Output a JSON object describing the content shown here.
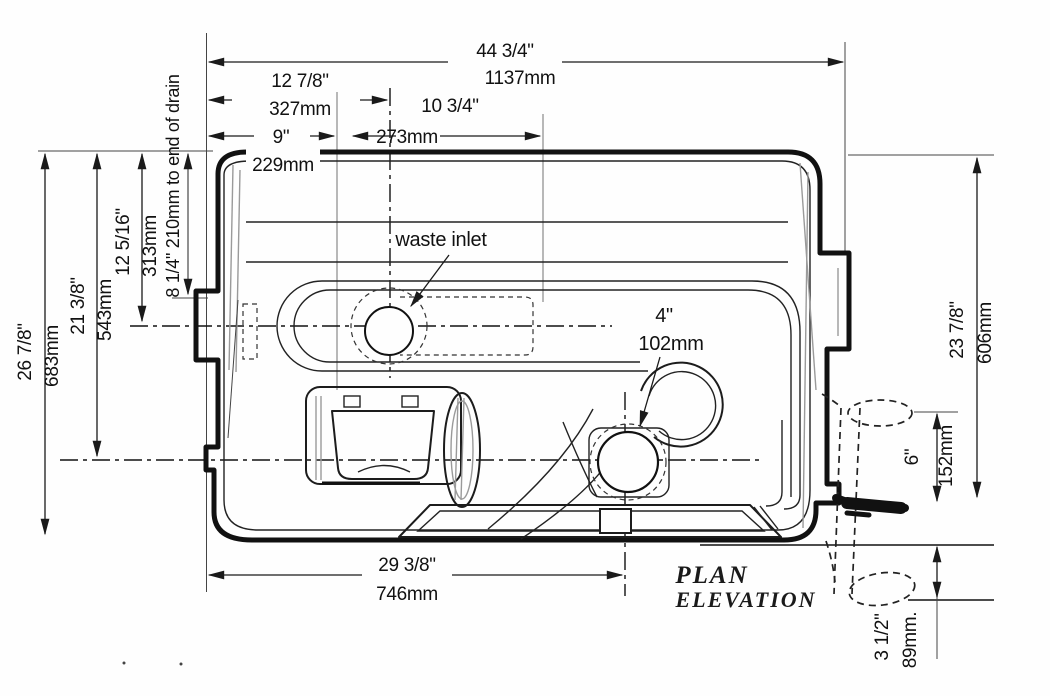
{
  "drawing": {
    "waste_inlet_label": "waste inlet",
    "plan_label": "PLAN",
    "elevation_label": "ELEVATION",
    "outlet_port": {
      "in": "4\"",
      "mm": "102mm"
    }
  },
  "dims": {
    "overall_width": {
      "in": "44 3/4\"",
      "mm": "1137mm"
    },
    "inlet_from_left": {
      "in": "12 7/8\"",
      "mm": "327mm"
    },
    "left_offset": {
      "in": "9\"",
      "mm": "229mm"
    },
    "inlet_to_ref": {
      "in": "10 3/4\"",
      "mm": "273mm"
    },
    "overall_depth": {
      "in": "26 7/8\"",
      "mm": "683mm"
    },
    "top_to_outlet_center": {
      "in": "21 3/8\"",
      "mm": "543mm"
    },
    "top_to_inlet_center": {
      "in": "12 5/16\"",
      "mm": "313mm"
    },
    "drain_note": "8 1/4\" 210mm to end of drain",
    "right_depth": {
      "in": "23 7/8\"",
      "mm": "606mm"
    },
    "pump_drop": {
      "in": "6\"",
      "mm": "152mm"
    },
    "elbow_drop": {
      "in": "3 1/2\"",
      "mm": "89mm."
    },
    "outlet_from_left": {
      "in": "29 3/8\"",
      "mm": "746mm"
    }
  }
}
